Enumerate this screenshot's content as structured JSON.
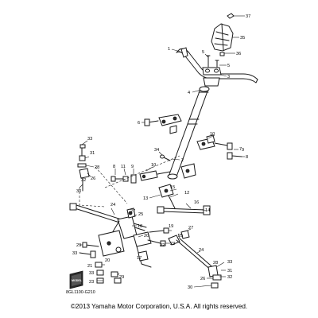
{
  "diagram": {
    "drawing_code": "8GL1100-G210",
    "copyright": "©2013 Yamaha Motor Corporation, U.S.A. All rights reserved.",
    "logo_text": "MODEL",
    "callouts": {
      "c1": "1",
      "c2": "2",
      "c3": "3",
      "c4": "4",
      "c5": "5",
      "c5b": "5",
      "c6": "6",
      "c7": "7",
      "c8": "8",
      "c9": "9",
      "c10": "10",
      "c11": "11",
      "c12": "12",
      "c13": "13",
      "c14": "14",
      "c15": "15",
      "c16": "16",
      "c17": "17",
      "c18": "18",
      "c19": "19",
      "c20": "20",
      "c21": "21",
      "c22": "22",
      "c23": "23",
      "c24": "24",
      "c25": "25",
      "c26": "26",
      "c27a": "27",
      "c27b": "27",
      "c28a": "28",
      "c28b": "28",
      "c29a": "29",
      "c29b": "29",
      "c30a": "30",
      "c30b": "30",
      "c31a": "31",
      "c31b": "31",
      "c32a": "32",
      "c32b": "32",
      "c33a": "33",
      "c33b": "33",
      "c33c": "33",
      "c34": "34",
      "c35": "35",
      "c36": "36",
      "c37": "37"
    }
  }
}
